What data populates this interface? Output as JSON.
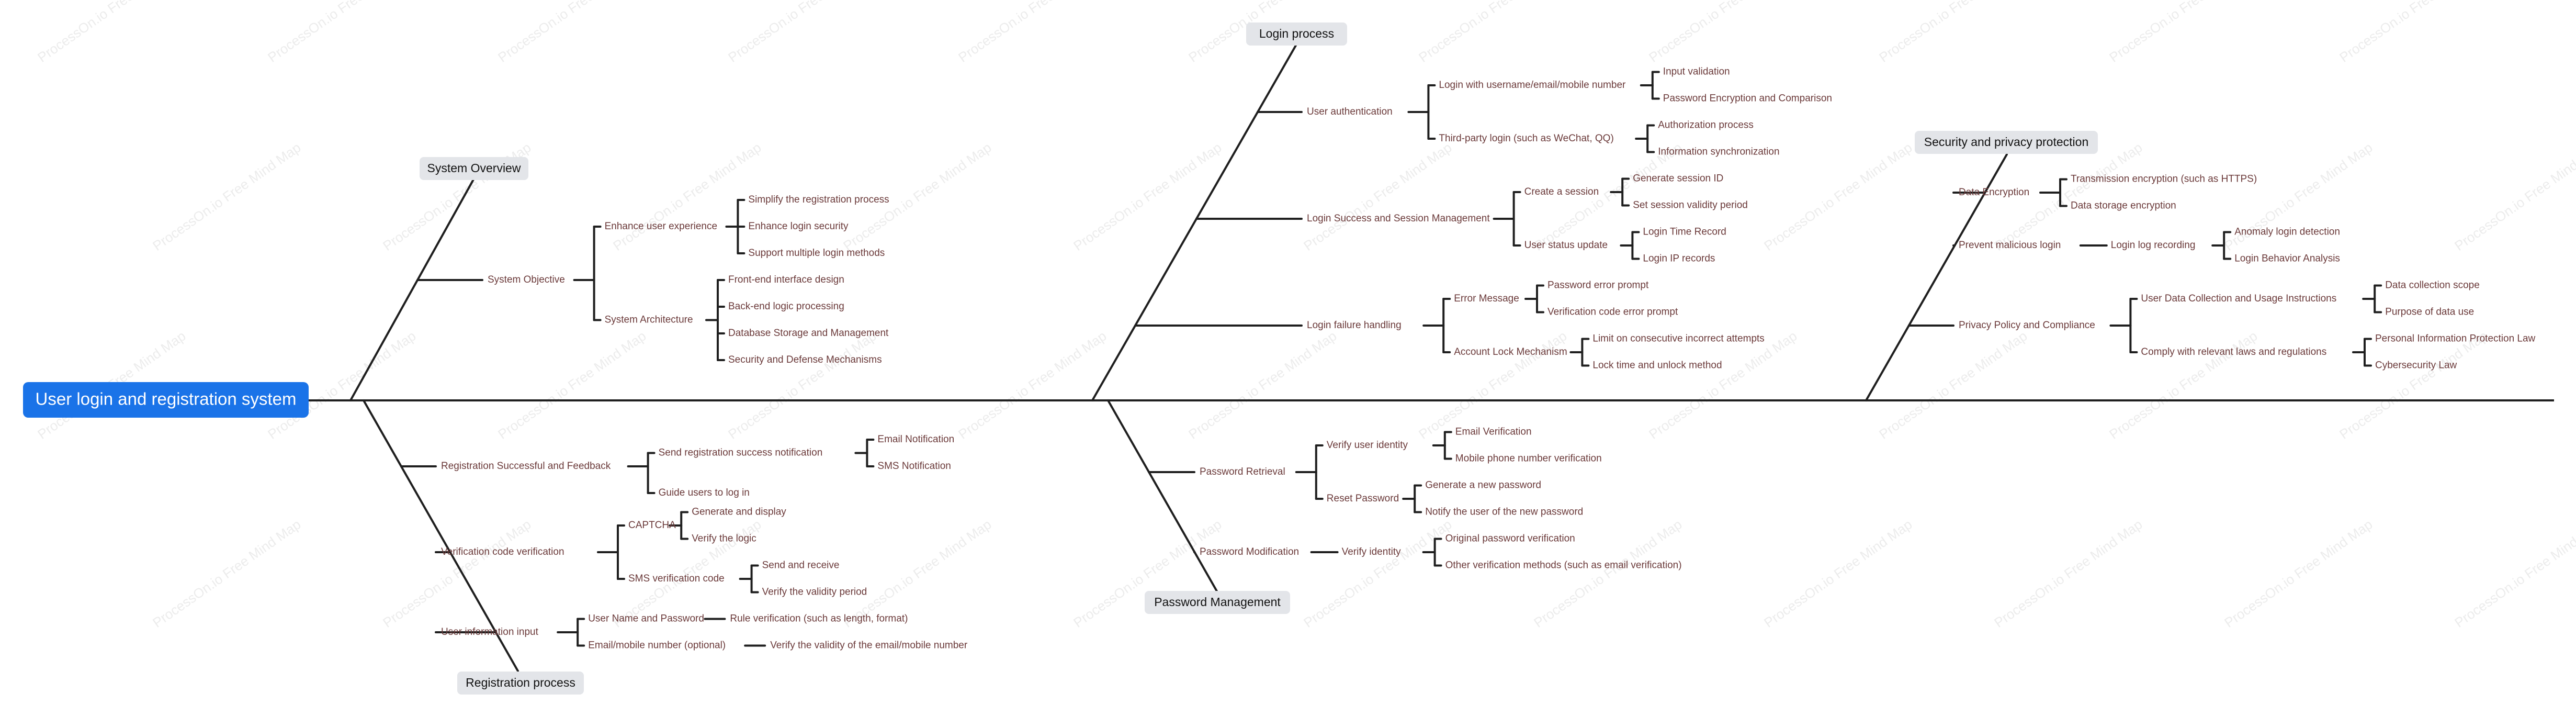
{
  "watermark": "ProcessOn.io Free Mind Map",
  "root": "User login and registration system",
  "categories": [
    {
      "id": "system-overview",
      "label": "System Overview",
      "children": [
        {
          "label": "System Objective",
          "children": [
            {
              "label": "Enhance user experience",
              "children": [
                {
                  "label": "Simplify the registration process"
                },
                {
                  "label": "Enhance login security"
                },
                {
                  "label": "Support multiple login methods"
                }
              ]
            },
            {
              "label": "System Architecture",
              "children": [
                {
                  "label": "Front-end interface design"
                },
                {
                  "label": "Back-end logic processing"
                },
                {
                  "label": "Database Storage and Management"
                },
                {
                  "label": "Security and Defense Mechanisms"
                }
              ]
            }
          ]
        }
      ]
    },
    {
      "id": "login-process",
      "label": "Login process",
      "children": [
        {
          "label": "User authentication",
          "children": [
            {
              "label": "Login with username/email/mobile number",
              "children": [
                {
                  "label": "Input validation"
                },
                {
                  "label": "Password Encryption and Comparison"
                }
              ]
            },
            {
              "label": "Third-party login (such as WeChat, QQ)",
              "children": [
                {
                  "label": "Authorization process"
                },
                {
                  "label": "Information synchronization"
                }
              ]
            }
          ]
        },
        {
          "label": "Login Success and Session Management",
          "children": [
            {
              "label": "Create a session",
              "children": [
                {
                  "label": "Generate session ID"
                },
                {
                  "label": "Set session validity period"
                }
              ]
            },
            {
              "label": "User status update",
              "children": [
                {
                  "label": "Login Time Record"
                },
                {
                  "label": "Login IP records"
                }
              ]
            }
          ]
        },
        {
          "label": "Login failure handling",
          "children": [
            {
              "label": "Error Message",
              "children": [
                {
                  "label": "Password error prompt"
                },
                {
                  "label": "Verification code error prompt"
                }
              ]
            },
            {
              "label": "Account Lock Mechanism",
              "children": [
                {
                  "label": "Limit on consecutive incorrect attempts"
                },
                {
                  "label": "Lock time and unlock method"
                }
              ]
            }
          ]
        }
      ]
    },
    {
      "id": "security-privacy",
      "label": "Security and privacy protection",
      "children": [
        {
          "label": "Data Encryption",
          "children": [
            {
              "label": "Transmission encryption (such as HTTPS)"
            },
            {
              "label": "Data storage encryption"
            }
          ]
        },
        {
          "label": "Prevent malicious login",
          "children": [
            {
              "label": "Login log recording",
              "children": [
                {
                  "label": "Anomaly login detection"
                },
                {
                  "label": "Login Behavior Analysis"
                }
              ]
            }
          ]
        },
        {
          "label": "Privacy Policy and Compliance",
          "children": [
            {
              "label": "User Data Collection and Usage Instructions",
              "children": [
                {
                  "label": "Data collection scope"
                },
                {
                  "label": "Purpose of data use"
                }
              ]
            },
            {
              "label": "Comply with relevant laws and regulations",
              "children": [
                {
                  "label": "Personal Information Protection Law"
                },
                {
                  "label": "Cybersecurity Law"
                }
              ]
            }
          ]
        }
      ]
    },
    {
      "id": "registration-process",
      "label": "Registration process",
      "children": [
        {
          "label": "Registration Successful and Feedback",
          "children": [
            {
              "label": "Send registration success notification",
              "children": [
                {
                  "label": "Email Notification"
                },
                {
                  "label": "SMS Notification"
                }
              ]
            },
            {
              "label": "Guide users to log in"
            }
          ]
        },
        {
          "label": "Verification code verification",
          "children": [
            {
              "label": "CAPTCHA",
              "children": [
                {
                  "label": "Generate and display"
                },
                {
                  "label": "Verify the logic"
                }
              ]
            },
            {
              "label": "SMS verification code",
              "children": [
                {
                  "label": "Send and receive"
                },
                {
                  "label": "Verify the validity period"
                }
              ]
            }
          ]
        },
        {
          "label": "User information input",
          "children": [
            {
              "label": "User Name and Password",
              "children": [
                {
                  "label": "Rule verification (such as length, format)"
                }
              ]
            },
            {
              "label": "Email/mobile number (optional)",
              "children": [
                {
                  "label": "Verify the validity of the email/mobile number"
                }
              ]
            }
          ]
        }
      ]
    },
    {
      "id": "password-management",
      "label": "Password Management",
      "children": [
        {
          "label": "Password Retrieval",
          "children": [
            {
              "label": "Verify user identity",
              "children": [
                {
                  "label": "Email Verification"
                },
                {
                  "label": "Mobile phone number verification"
                }
              ]
            },
            {
              "label": "Reset Password",
              "children": [
                {
                  "label": "Generate a new password"
                },
                {
                  "label": "Notify the user of the new password"
                }
              ]
            }
          ]
        },
        {
          "label": "Password Modification",
          "children": [
            {
              "label": "Verify identity",
              "children": [
                {
                  "label": "Original password verification"
                },
                {
                  "label": "Other verification methods (such as email verification)"
                }
              ]
            }
          ]
        }
      ]
    }
  ]
}
